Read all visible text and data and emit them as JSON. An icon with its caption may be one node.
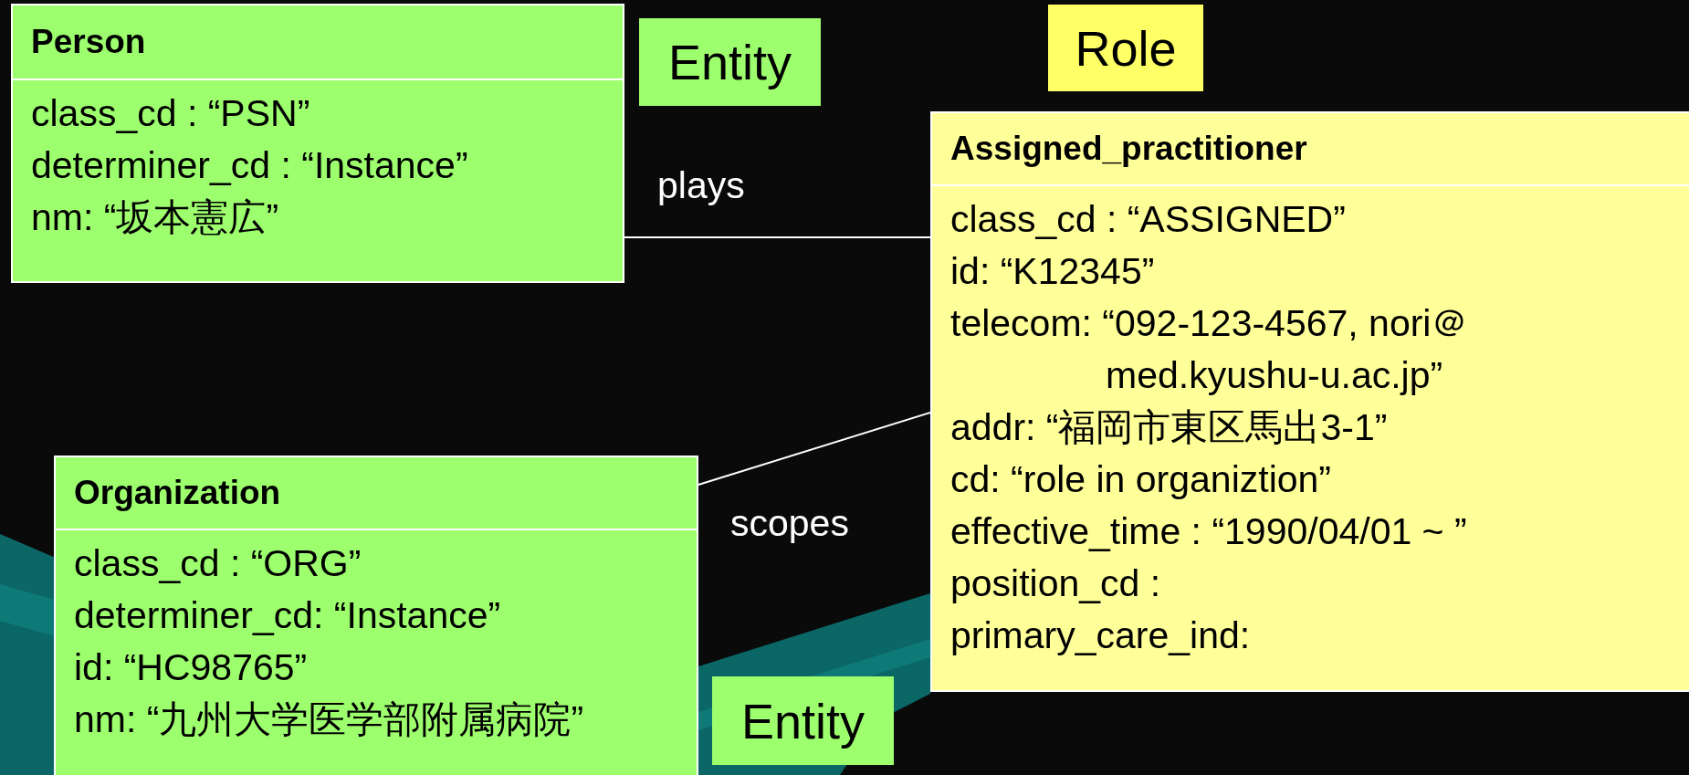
{
  "diagram": {
    "nodes": [
      {
        "text": [
          "Person",
          "class_cd : “PSN”",
          "determiner_cd : “Instance”",
          "nm: “坂本憲広”"
        ]
      },
      {
        "text": [
          "Entity"
        ]
      },
      {
        "text": [
          "Role"
        ]
      },
      {
        "text": [
          "Assigned_practitioner",
          "class_cd : “ASSIGNED”",
          "id: “K12345”",
          "telecom: “092-123-4567, nori＠med.kyushu-u.ac.jp”",
          "addr: “福岡市東区馬出3-1”",
          "cd: “role in organiztion”",
          "effective_time : “1990/04/01 ~ ”",
          "position_cd :",
          "primary_care_ind:"
        ]
      },
      {
        "text": [
          "Organization",
          "class_cd : “ORG”",
          "determiner_cd: “Instance”",
          "id: “HC98765”",
          "nm: “九州大学医学部附属病院”"
        ]
      },
      {
        "text": [
          "Entity"
        ]
      }
    ],
    "edges": [
      {
        "from": 0,
        "to": 3,
        "arrow": "none",
        "label": "plays"
      },
      {
        "from": 4,
        "to": 3,
        "arrow": "none",
        "label": "scopes"
      }
    ]
  }
}
